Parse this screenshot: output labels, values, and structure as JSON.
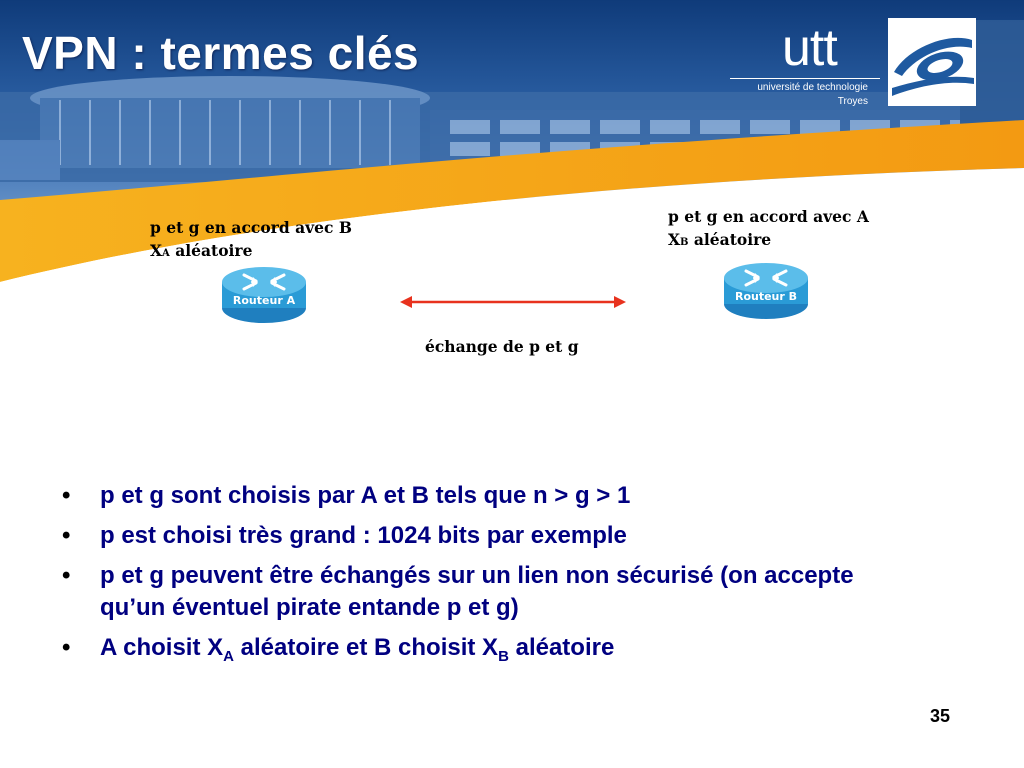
{
  "slide": {
    "title": "VPN : termes clés",
    "page_number": "35"
  },
  "logo": {
    "wordmark": "utt",
    "line1": "université de technologie",
    "line2": "Troyes"
  },
  "diagram": {
    "left_label": {
      "line1": "p et g en accord avec B",
      "var": "X",
      "sub": "A",
      "rest": " aléatoire"
    },
    "right_label": {
      "line1": "p et g en accord avec A",
      "var": "X",
      "sub": "B",
      "rest": " aléatoire"
    },
    "router_a": "Routeur A",
    "router_b": "Routeur B",
    "exchange_label": "échange de p et g",
    "arrow_color": "#e8321e",
    "router_color": "#2a9bd6"
  },
  "bullets": [
    {
      "text": "p et g sont choisis par A et B tels que n > g > 1"
    },
    {
      "text": "p est choisi très grand : 1024 bits par exemple"
    },
    {
      "text": "p et g peuvent être échangés sur un lien non sécurisé (on accepte qu’un éventuel pirate entande p et g)"
    },
    {
      "p1": "A choisit X",
      "s1": "A",
      "p2": " aléatoire et B choisit X",
      "s2": "B",
      "p3": " aléatoire"
    }
  ],
  "colors": {
    "title": "#ffffff",
    "bullet_text": "#000080",
    "banner_blue": "#1f4f8c",
    "banner_orange": "#f5a01a"
  }
}
